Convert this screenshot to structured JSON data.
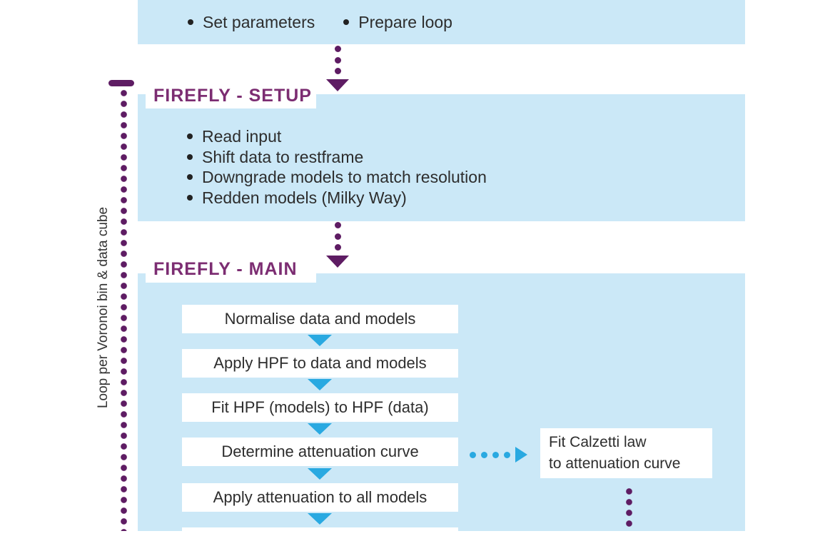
{
  "palette": {
    "box-bg": "#cbe8f7",
    "step-bg": "#ffffff",
    "cyan": "#29a9e1",
    "purple-title": "#7c2d72",
    "purple-line": "#5e1c63",
    "text": "#2d2d2d"
  },
  "top_box": {
    "bullets": [
      "Set parameters",
      "Prepare loop"
    ]
  },
  "setup": {
    "title": "FIREFLY - SETUP",
    "bullets": [
      "Read input",
      "Shift data to restframe",
      "Downgrade models to match resolution",
      "Redden models (Milky Way)"
    ]
  },
  "main": {
    "title": "FIREFLY - MAIN",
    "steps": [
      "Normalise data and models",
      "Apply HPF to data and models",
      "Fit HPF (models) to HPF (data)",
      "Determine attenuation curve",
      "Apply attenuation to all models"
    ]
  },
  "side_box": {
    "lines": [
      "Fit Calzetti law",
      "to attenuation curve"
    ]
  },
  "loop_label": "Loop per Voronoi bin & data cube"
}
